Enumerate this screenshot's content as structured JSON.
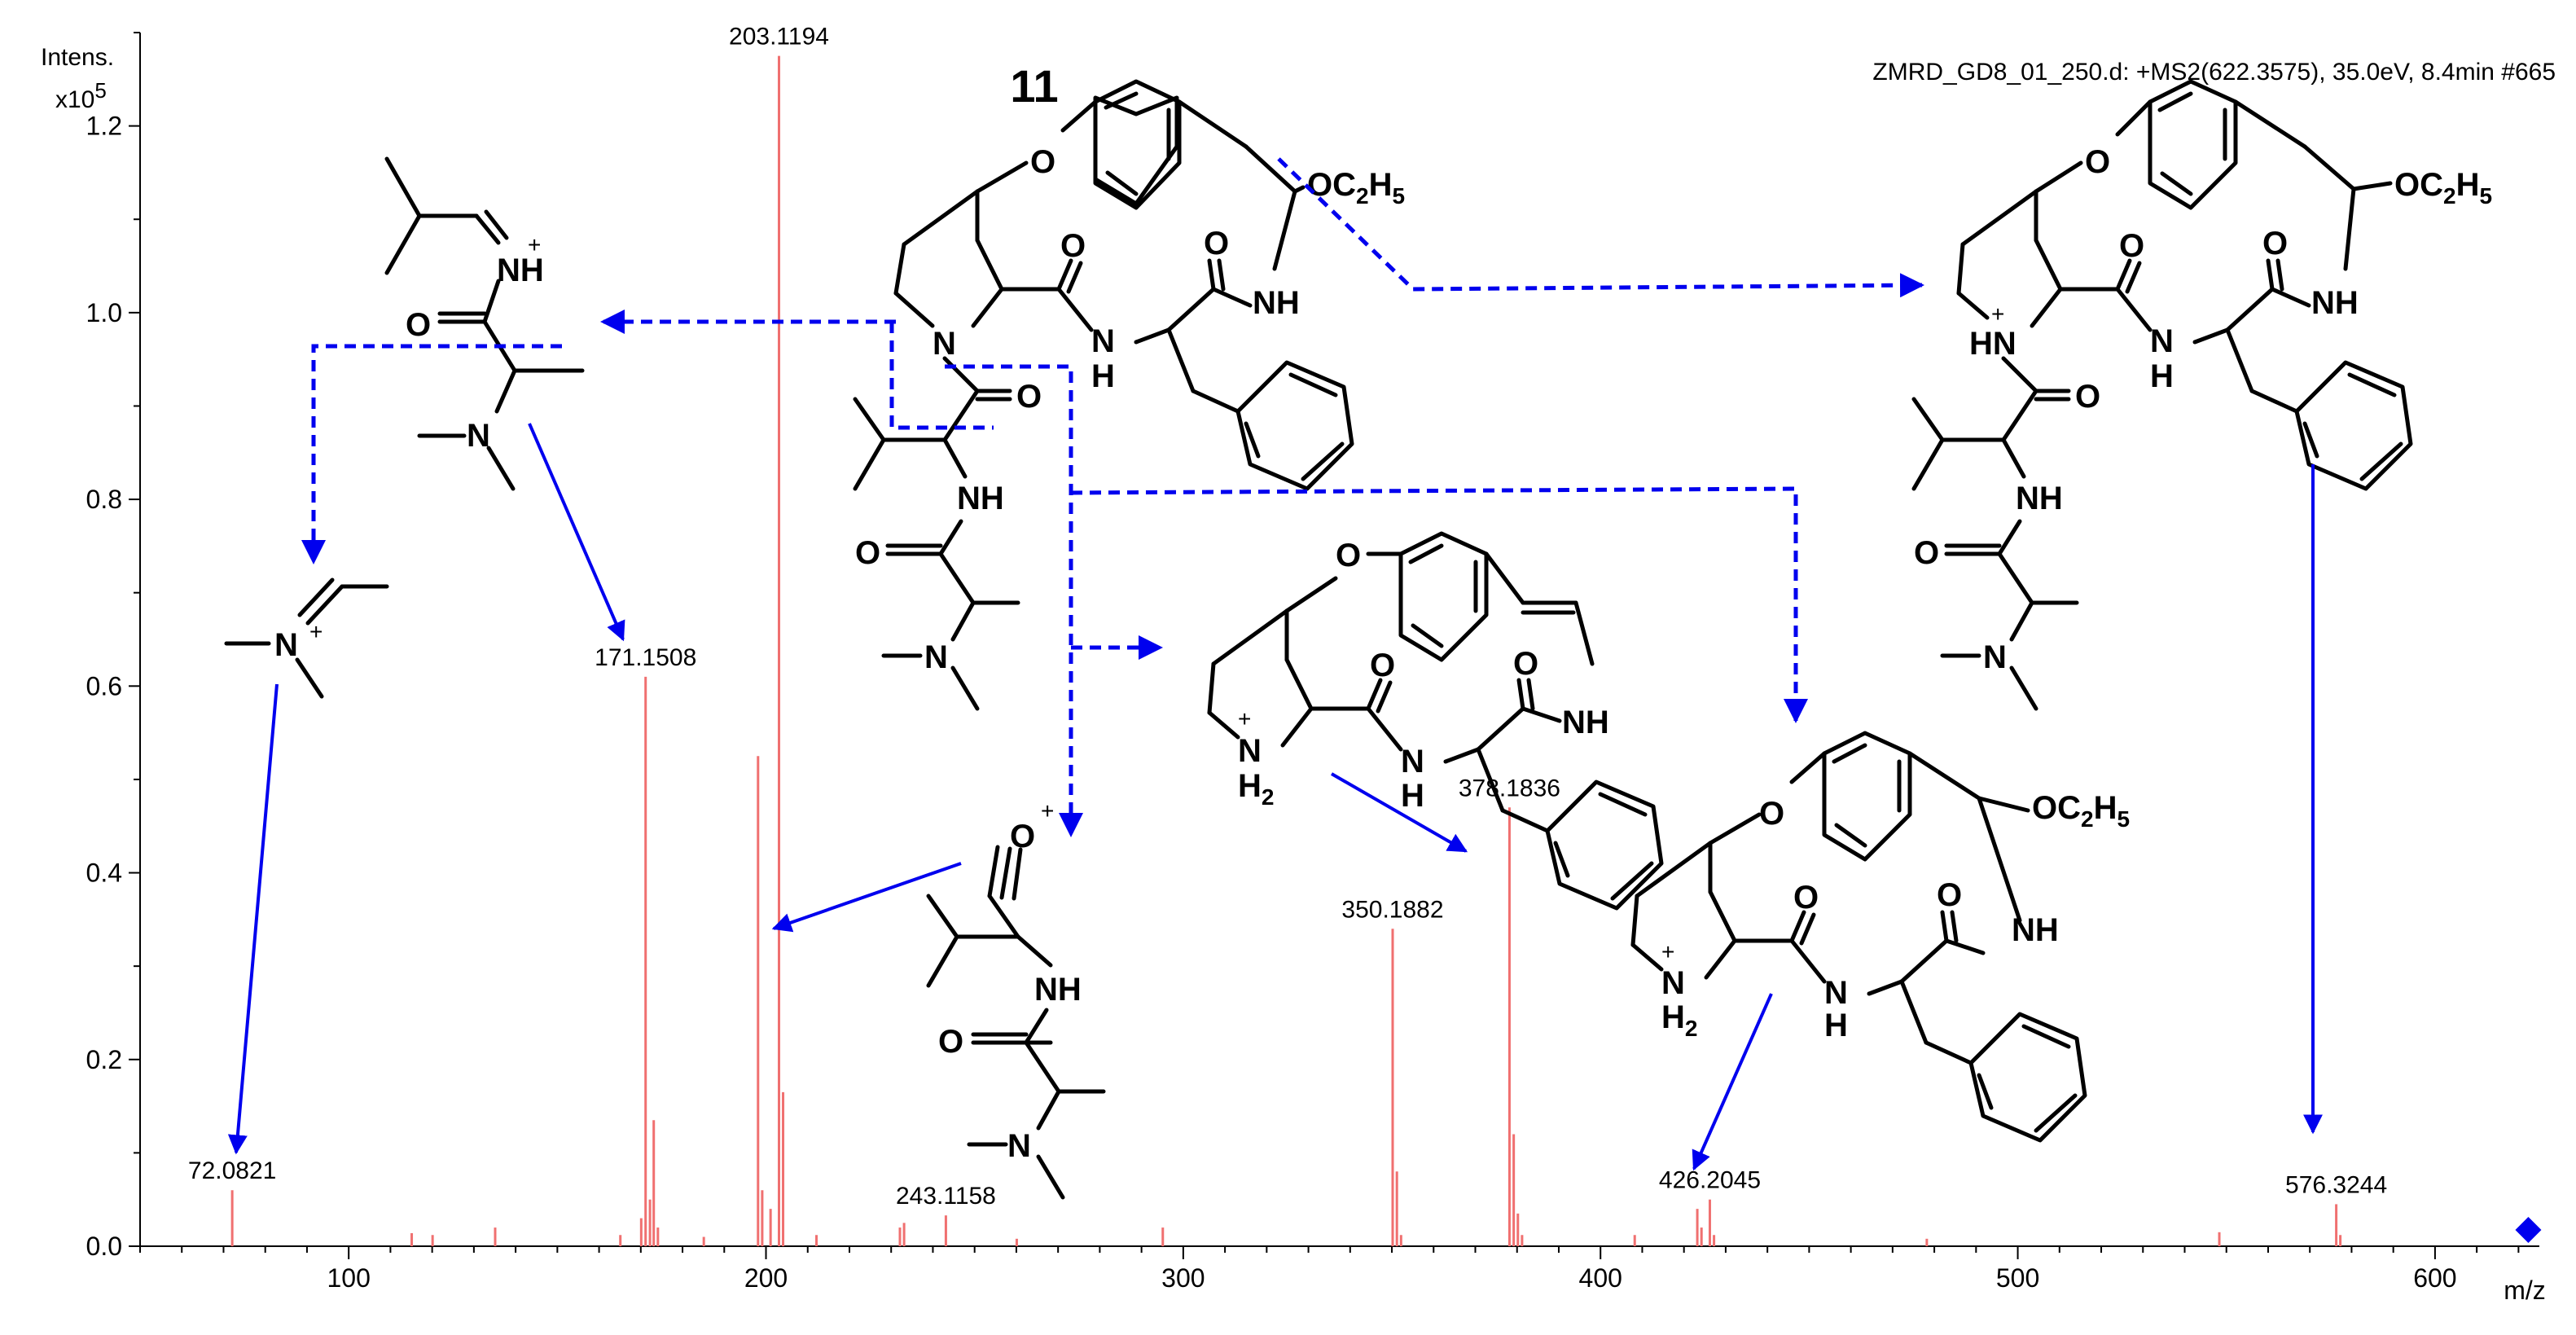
{
  "header": {
    "file_info": "ZMRD_GD8_01_250.d: +MS2(622.3575), 35.0eV, 8.4min #665",
    "y_axis_label": "Intens.",
    "y_axis_scale": "x10",
    "y_axis_scale_exp": "5",
    "x_axis_unit": "m/z",
    "compound_number": "11"
  },
  "colors": {
    "peaks": "#f07070",
    "arrows": "#0000ee",
    "marker": "#0000ee"
  },
  "chart_data": {
    "type": "bar",
    "xlabel": "m/z",
    "ylabel": "Intens. x10^5",
    "xlim": [
      50,
      625
    ],
    "ylim": [
      0,
      1.3
    ],
    "xticks": [
      100,
      200,
      300,
      400,
      500,
      600
    ],
    "yticks": [
      0.0,
      0.2,
      0.4,
      0.6,
      0.8,
      1.0,
      1.2
    ],
    "precursor_marker_mz": 622.36,
    "peaks": [
      {
        "mz": 72.0821,
        "intensity": 0.06,
        "label": "72.0821"
      },
      {
        "mz": 115.1,
        "intensity": 0.014,
        "label": ""
      },
      {
        "mz": 120.1,
        "intensity": 0.012,
        "label": ""
      },
      {
        "mz": 135.1,
        "intensity": 0.02,
        "label": ""
      },
      {
        "mz": 165.1,
        "intensity": 0.012,
        "label": ""
      },
      {
        "mz": 170.1,
        "intensity": 0.03,
        "label": ""
      },
      {
        "mz": 171.1508,
        "intensity": 0.61,
        "label": "171.1508"
      },
      {
        "mz": 172.2,
        "intensity": 0.05,
        "label": ""
      },
      {
        "mz": 173.1,
        "intensity": 0.135,
        "label": ""
      },
      {
        "mz": 174.1,
        "intensity": 0.02,
        "label": ""
      },
      {
        "mz": 185.1,
        "intensity": 0.01,
        "label": ""
      },
      {
        "mz": 198.1,
        "intensity": 0.525,
        "label": ""
      },
      {
        "mz": 199.1,
        "intensity": 0.06,
        "label": ""
      },
      {
        "mz": 201.1,
        "intensity": 0.04,
        "label": ""
      },
      {
        "mz": 203.1194,
        "intensity": 1.275,
        "label": "203.1194"
      },
      {
        "mz": 204.1,
        "intensity": 0.165,
        "label": ""
      },
      {
        "mz": 212.1,
        "intensity": 0.012,
        "label": ""
      },
      {
        "mz": 232.1,
        "intensity": 0.02,
        "label": ""
      },
      {
        "mz": 233.1,
        "intensity": 0.025,
        "label": ""
      },
      {
        "mz": 243.1158,
        "intensity": 0.033,
        "label": "243.1158"
      },
      {
        "mz": 260.1,
        "intensity": 0.008,
        "label": ""
      },
      {
        "mz": 295.1,
        "intensity": 0.02,
        "label": ""
      },
      {
        "mz": 350.1882,
        "intensity": 0.34,
        "label": "350.1882"
      },
      {
        "mz": 351.2,
        "intensity": 0.08,
        "label": ""
      },
      {
        "mz": 352.2,
        "intensity": 0.012,
        "label": ""
      },
      {
        "mz": 378.1836,
        "intensity": 0.47,
        "label": "378.1836"
      },
      {
        "mz": 379.2,
        "intensity": 0.12,
        "label": ""
      },
      {
        "mz": 380.2,
        "intensity": 0.035,
        "label": ""
      },
      {
        "mz": 381.2,
        "intensity": 0.012,
        "label": ""
      },
      {
        "mz": 408.2,
        "intensity": 0.012,
        "label": ""
      },
      {
        "mz": 423.2,
        "intensity": 0.04,
        "label": ""
      },
      {
        "mz": 424.2,
        "intensity": 0.02,
        "label": ""
      },
      {
        "mz": 426.2045,
        "intensity": 0.05,
        "label": "426.2045"
      },
      {
        "mz": 427.2,
        "intensity": 0.012,
        "label": ""
      },
      {
        "mz": 478.2,
        "intensity": 0.008,
        "label": ""
      },
      {
        "mz": 548.3,
        "intensity": 0.015,
        "label": ""
      },
      {
        "mz": 576.3244,
        "intensity": 0.045,
        "label": "576.3244"
      },
      {
        "mz": 577.3,
        "intensity": 0.012,
        "label": ""
      }
    ]
  },
  "structures": {
    "atoms": {
      "O": "O",
      "N": "N",
      "NH": "NH",
      "H": "H",
      "HN": "HN",
      "H2": "H",
      "two": "2",
      "OC2H5_a": "OC",
      "OC2H5_b": "2",
      "OC2H5_c": "H",
      "OC2H5_d": "5",
      "plus": "+"
    }
  }
}
